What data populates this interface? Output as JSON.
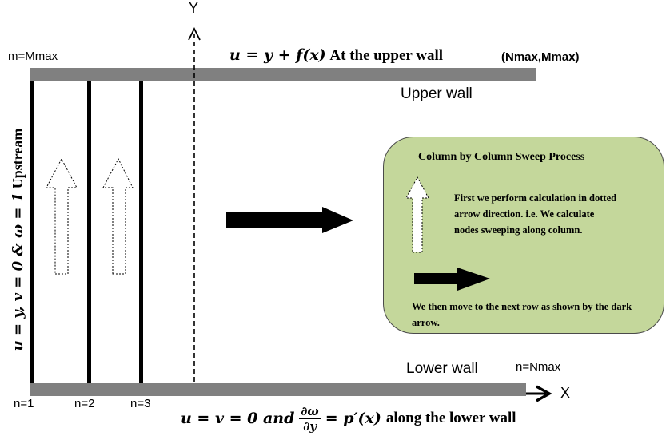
{
  "axes": {
    "y_label": "Y",
    "x_label": "X"
  },
  "corners": {
    "top_left": "m=Mmax",
    "top_right": "(Nmax,Mmax)",
    "bottom_right": "n=Nmax"
  },
  "upper_wall": {
    "equation": "u = y + f(x)",
    "equation_suffix": "At the upper wall",
    "label": "Upper wall"
  },
  "lower_wall": {
    "label": "Lower wall",
    "condition_prefix": "u = v = 0 and",
    "derivative_num": "∂ω",
    "derivative_den": "∂y",
    "condition_rhs": "= p′(x)",
    "condition_suffix": "along the lower wall"
  },
  "upstream": {
    "condition": "u = y, v = 0 & ω = 1",
    "suffix": "Upstream"
  },
  "columns": [
    "n=1",
    "n=2",
    "n=3"
  ],
  "info_box": {
    "title": "Column by Column Sweep Process",
    "text1": "First we perform calculation in dotted arrow direction. i.e. We calculate nodes sweeping along column.",
    "text2": "We then move to the next row as shown by the dark arrow."
  },
  "colors": {
    "wall": "#808080",
    "box_fill": "#c4d79b",
    "ink": "#000000"
  }
}
